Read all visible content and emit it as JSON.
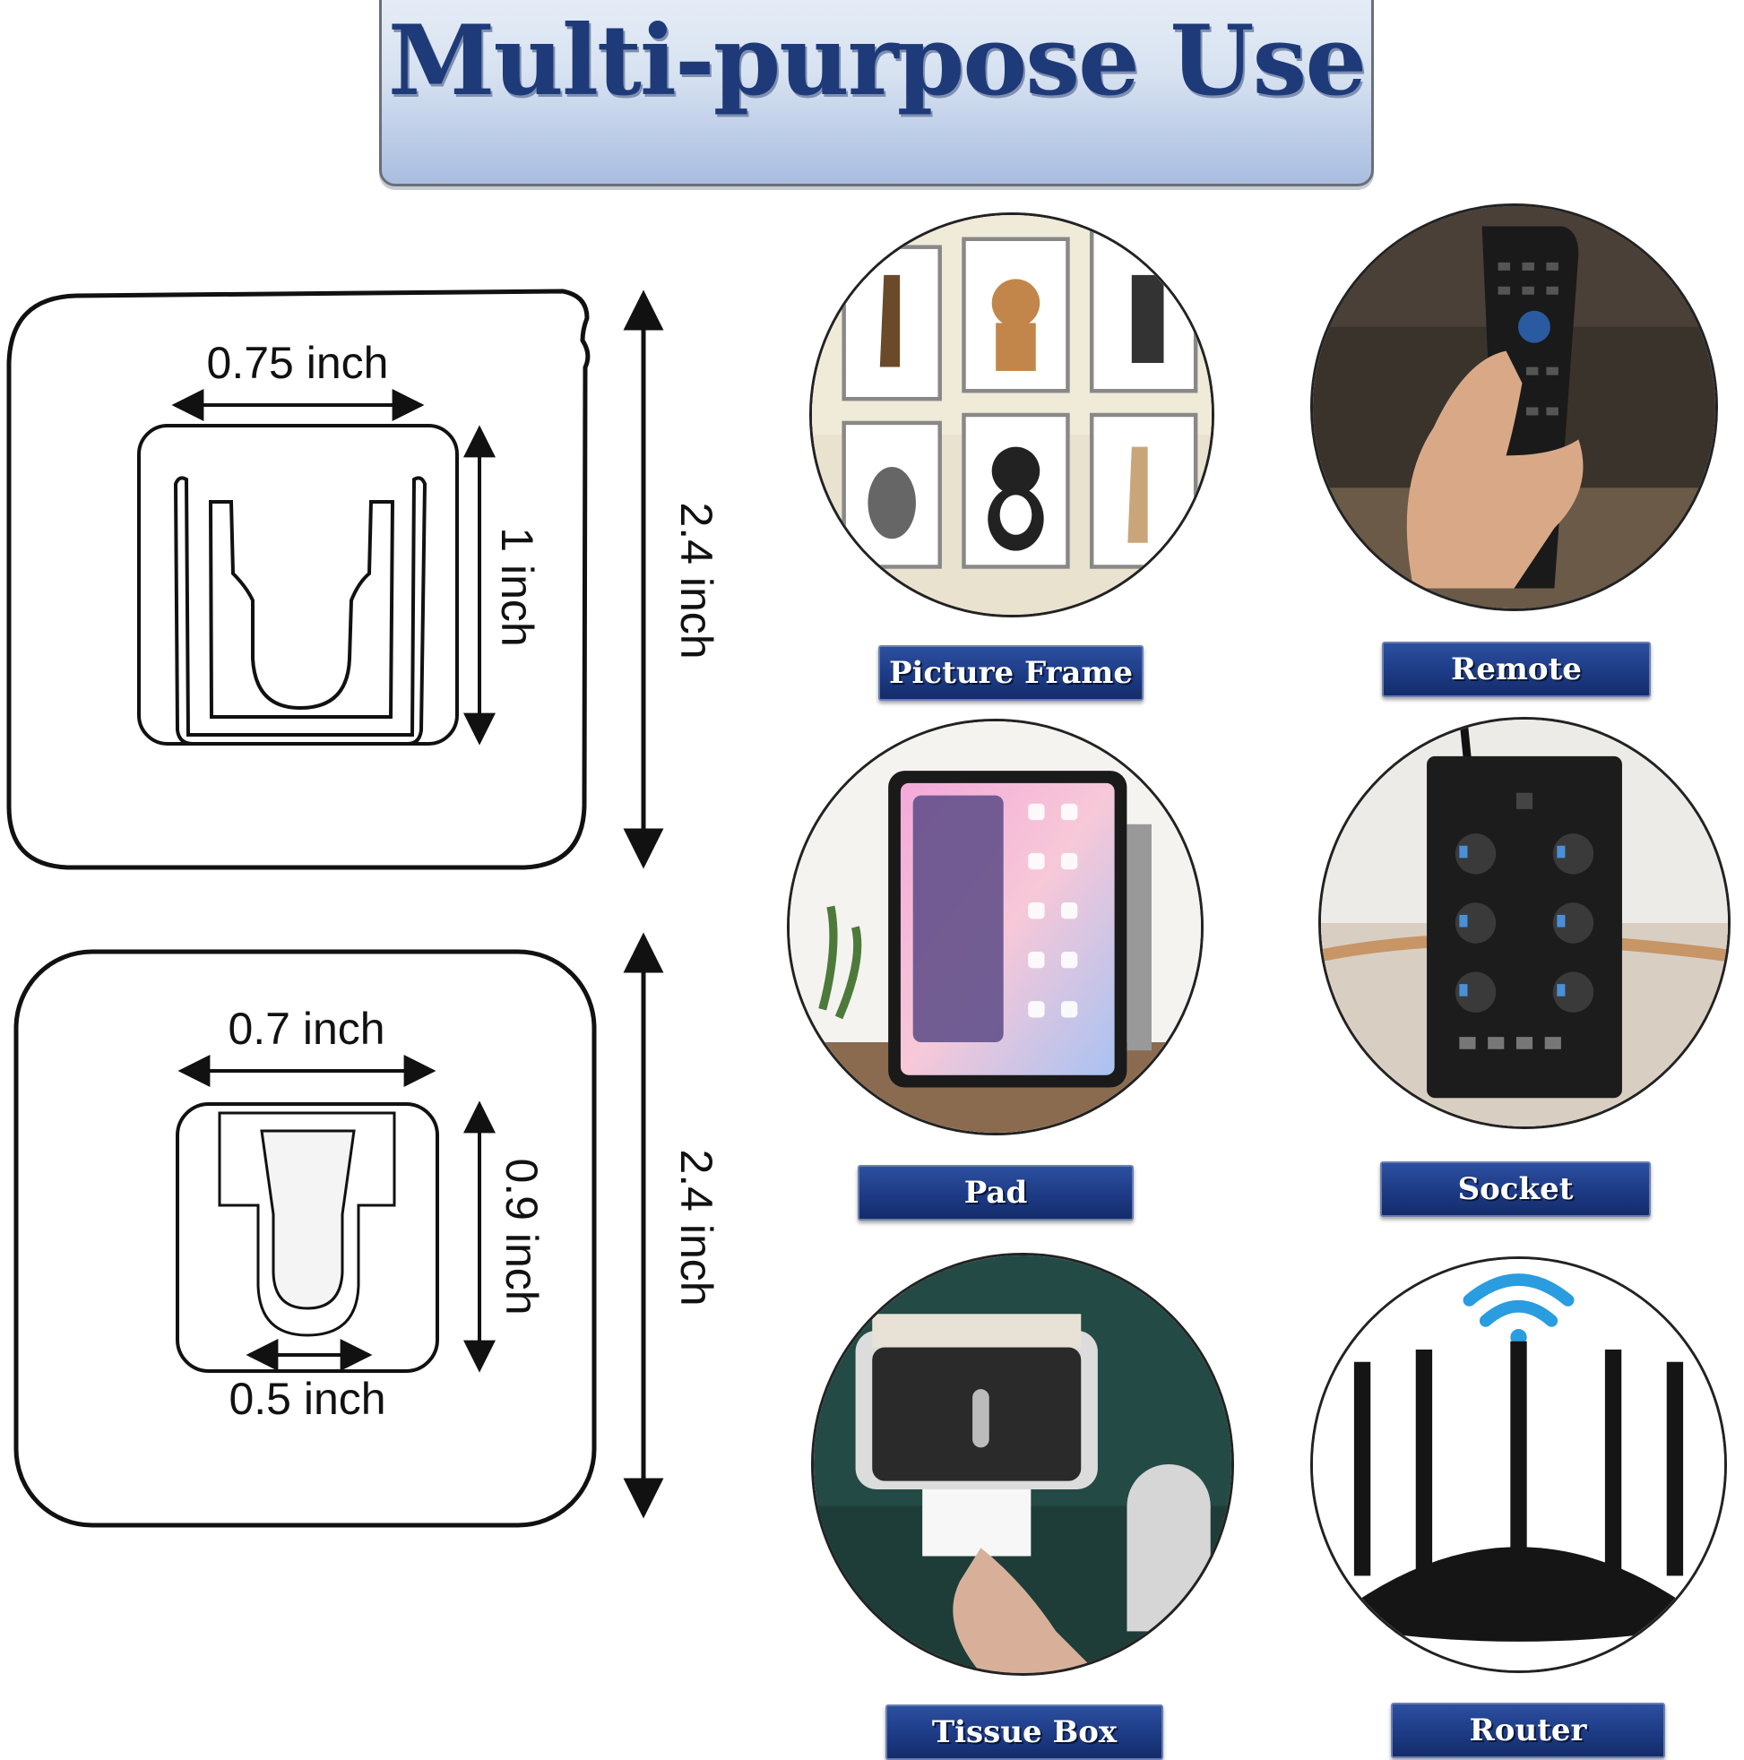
{
  "banner": {
    "title": "Multi-purpose Use"
  },
  "hook_large": {
    "width_label": "0.75 inch",
    "height_label": "1 inch",
    "pad_label": "2.4 inch"
  },
  "hook_small": {
    "width_label": "0.7 inch",
    "height_label": "0.9 inch",
    "bottom_label": "0.5 inch",
    "pad_label": "2.4 inch"
  },
  "uses": [
    {
      "label": "Picture Frame",
      "icon": "picture-frame-photo"
    },
    {
      "label": "Remote",
      "icon": "remote-photo"
    },
    {
      "label": "Pad",
      "icon": "tablet-photo"
    },
    {
      "label": "Socket",
      "icon": "power-strip-photo"
    },
    {
      "label": "Tissue Box",
      "icon": "tissue-box-photo"
    },
    {
      "label": "Router",
      "icon": "router-photo"
    }
  ],
  "colors": {
    "title": "#1e3a78",
    "label_bg": "#1d3b85",
    "label_text": "#ffffff"
  }
}
